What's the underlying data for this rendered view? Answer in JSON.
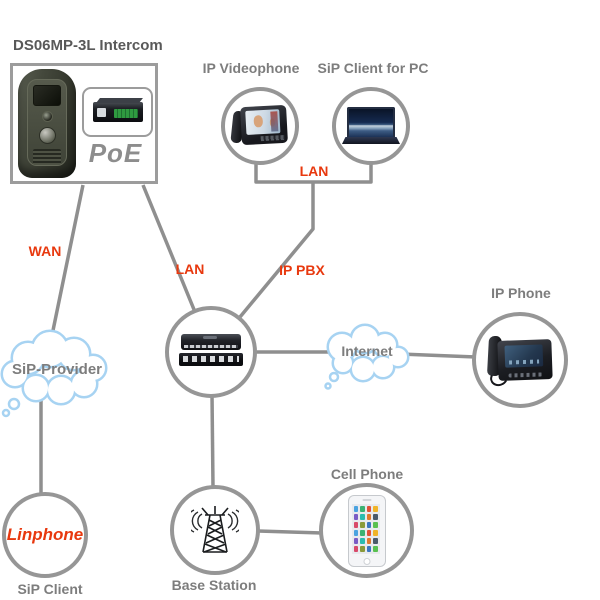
{
  "intercom": {
    "title": "DS06MP-3L Intercom",
    "poe": "PoE"
  },
  "nodes": {
    "ip_videophone": {
      "label": "IP Videophone"
    },
    "sip_client_pc": {
      "label": "SiP Client for PC"
    },
    "internet": {
      "label": "Internet"
    },
    "sip_provider": {
      "label": "SiP-Provider"
    },
    "ip_phone": {
      "label": "IP Phone"
    },
    "linphone": {
      "label": "Linphone",
      "sublabel": "SiP Client"
    },
    "base_station": {
      "label": "Base Station"
    },
    "cell_phone": {
      "label": "Cell Phone"
    }
  },
  "edges": {
    "wan": "WAN",
    "lan_intercom": "LAN",
    "lan_clients": "LAN",
    "ip_pbx": "IP PBX"
  },
  "colors": {
    "connector": "#8f8f8f",
    "circle_border": "#969696",
    "label_gray": "#7d7d7d",
    "accent_red": "#e8380e",
    "cloud_stroke": "#a7d3f2",
    "box_border": "#9c9c9c",
    "title_gray": "#595959",
    "poe_gray": "#8d8d8d"
  }
}
